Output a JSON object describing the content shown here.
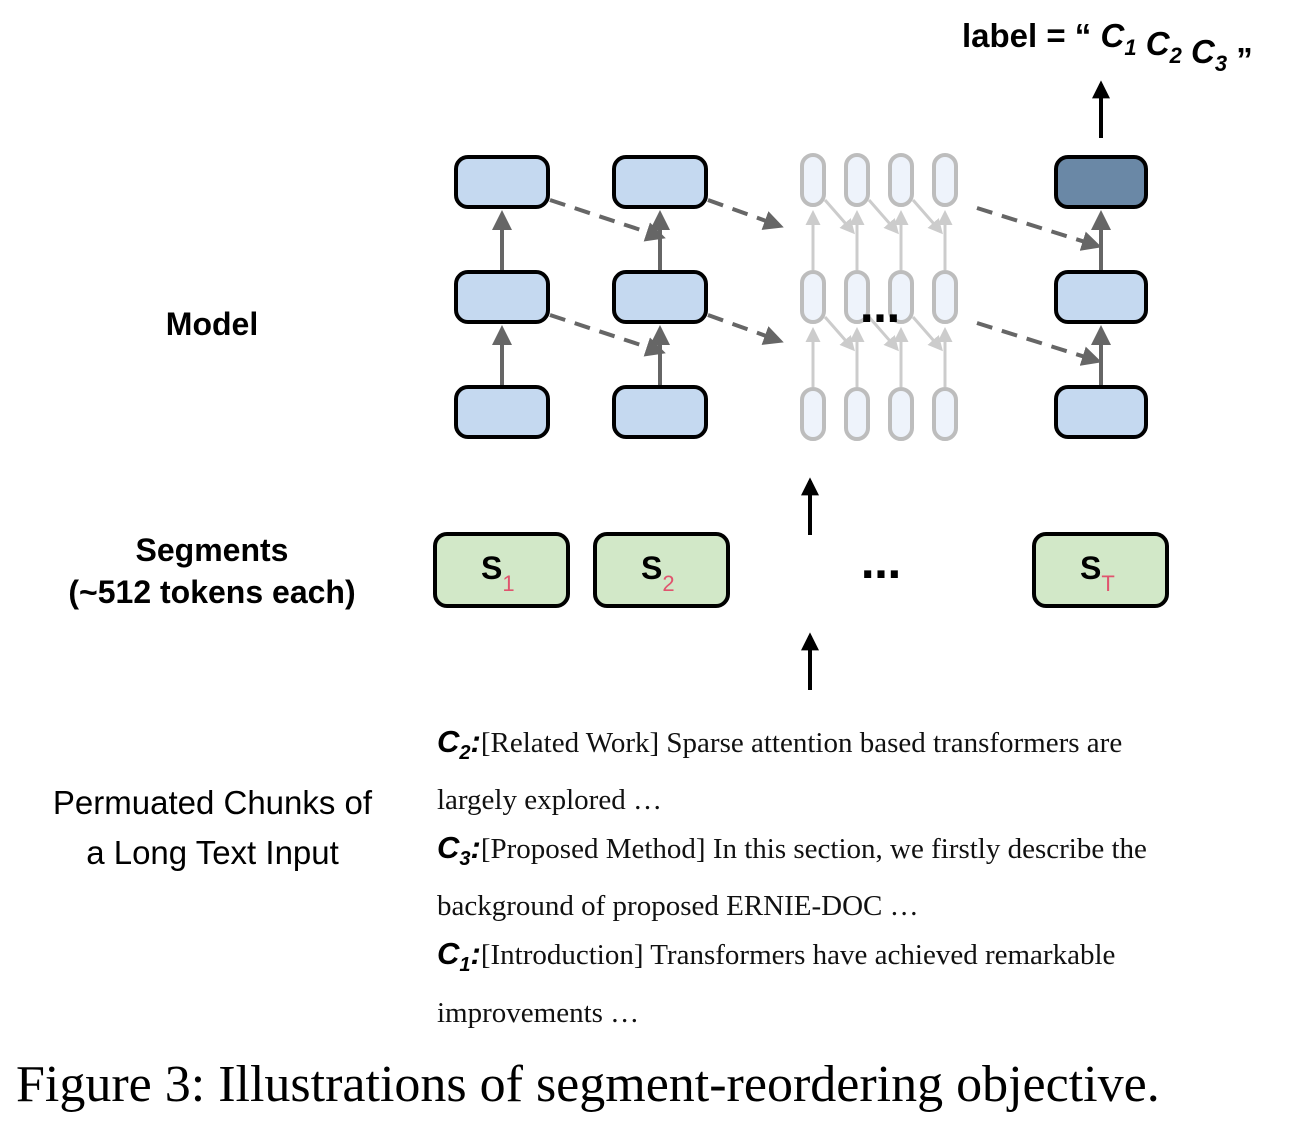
{
  "output_label": {
    "prefix": "label = “",
    "chunks": [
      "C1",
      "C2",
      "C3"
    ],
    "suffix": "”"
  },
  "row_labels": {
    "model": "Model",
    "segments_line1": "Segments",
    "segments_line2": "(~512 tokens each)",
    "chunks_line1": "Permuated Chunks of",
    "chunks_line2": "a Long Text Input"
  },
  "segments": [
    {
      "base": "S",
      "sub": "1"
    },
    {
      "base": "S",
      "sub": "2"
    },
    {
      "base": "S",
      "sub": "T"
    }
  ],
  "ellipsis": "…",
  "chunks": [
    {
      "tag": "C",
      "tag_sub": "2",
      "line1": "[Related Work] Sparse attention based transformers are",
      "line2": "largely explored …"
    },
    {
      "tag": "C",
      "tag_sub": "3",
      "line1": "[Proposed Method] In this section, we firstly describe the",
      "line2": "background of proposed ERNIE-DOC …"
    },
    {
      "tag": "C",
      "tag_sub": "1",
      "line1": "[Introduction] Transformers have achieved remarkable",
      "line2": "improvements …"
    }
  ],
  "caption": "Figure 3: Illustrations of segment-reordering objective.",
  "colors": {
    "model_block": "#c5d9f0",
    "model_block_top_final": "#6a88a6",
    "faded_block": "#eef3fb",
    "faded_stroke": "#bdbdbd",
    "segment_block": "#d2e8c8",
    "subscript_accent": "#e0546e",
    "arrow": "#666666",
    "faded_arrow": "#cccccc"
  }
}
